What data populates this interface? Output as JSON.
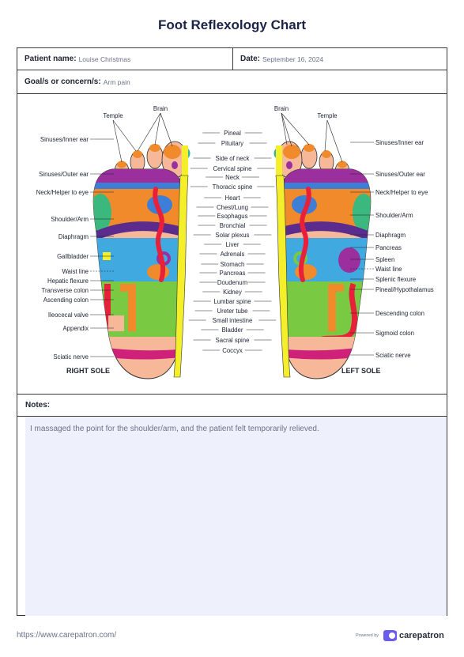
{
  "document": {
    "title": "Foot Reflexology Chart"
  },
  "patient": {
    "name_label": "Patient name:",
    "name": "Louise Christmas",
    "date_label": "Date:",
    "date": "September 16, 2024"
  },
  "goal": {
    "label": "Goal/s or concern/s:",
    "value": "Arm pain"
  },
  "chart": {
    "right_sole_label": "RIGHT SOLE",
    "left_sole_label": "LEFT SOLE",
    "center": [
      "Pineal",
      "Pituitary",
      "Side of neck",
      "Cervical spine",
      "Neck",
      "Thoracic spine",
      "Heart",
      "Chest/Lung",
      "Esophagus",
      "Bronchial",
      "Solar plexus",
      "Liver",
      "Adrenals",
      "Stomach",
      "Pancreas",
      "Doudenum",
      "Kidney",
      "Lumbar spine",
      "Ureter tube",
      "Small intestine",
      "Bladder",
      "Sacral spine",
      "Coccyx"
    ],
    "right": {
      "brain": "Brain",
      "temple": "Temple",
      "side": [
        "Sinuses/Inner ear",
        "Sinuses/Outer ear",
        "Neck/Helper to eye",
        "Shoulder/Arm",
        "Diaphragm",
        "Gallbladder",
        "Waist line",
        "Hepatic flexure",
        "Transverse colon",
        "Ascending colon",
        "Ileocecal valve",
        "Appendix",
        "Sciatic nerve"
      ]
    },
    "left": {
      "brain": "Brain",
      "temple": "Temple",
      "side": [
        "Sinuses/Inner ear",
        "Sinuses/Outer ear",
        "Neck/Helper to eye",
        "Shoulder/Arm",
        "Diaphragm",
        "Pancreas",
        "Spleen",
        "Waist line",
        "Splenic flexure",
        "Pineal/Hypothalamus",
        "Descending colon",
        "Sigmoid colon",
        "Sciatic nerve"
      ]
    }
  },
  "notes": {
    "label": "Notes:",
    "text": "I massaged the point for the shoulder/arm, and the patient felt temporarily relieved."
  },
  "footer": {
    "url": "https://www.carepatron.com/",
    "powered_by": "Powered by",
    "brand": "carepatron"
  }
}
